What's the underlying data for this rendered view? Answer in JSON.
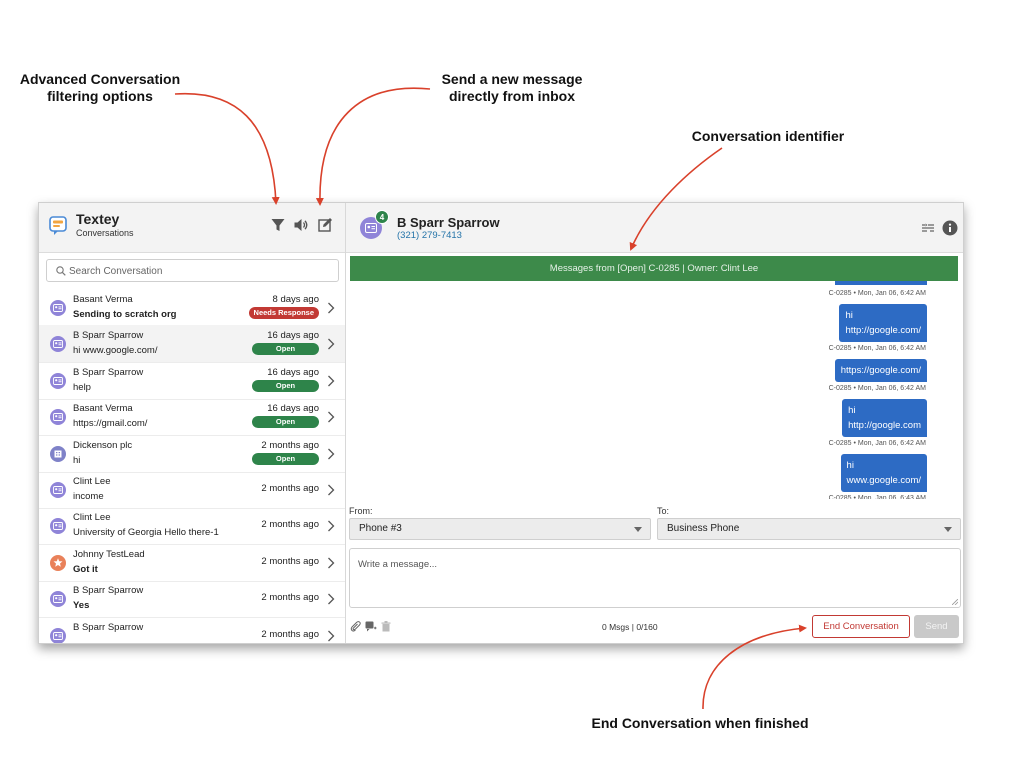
{
  "annotations": {
    "filter": [
      "Advanced Conversation",
      "filtering options"
    ],
    "compose": [
      "Send a new message",
      "directly from inbox"
    ],
    "identifier": "Conversation identifier",
    "end": "End Conversation when finished"
  },
  "sidebar": {
    "title": "Textey",
    "subtitle": "Conversations",
    "header_icons": [
      "filter-icon",
      "speaker-icon",
      "compose-icon"
    ],
    "search_placeholder": "Search Conversation",
    "conversations": [
      {
        "name": "Basant Verma",
        "message": "Sending to scratch org",
        "time": "8 days ago",
        "badge": "Needs Response",
        "badge_type": "need",
        "bold": true,
        "avatar": "contact"
      },
      {
        "name": "B Sparr Sparrow",
        "message": "hi www.google.com/",
        "time": "16 days ago",
        "badge": "Open",
        "badge_type": "open",
        "bold": false,
        "avatar": "contact",
        "selected": true
      },
      {
        "name": "B Sparr Sparrow",
        "message": "help",
        "time": "16 days ago",
        "badge": "Open",
        "badge_type": "open",
        "bold": false,
        "avatar": "contact"
      },
      {
        "name": "Basant Verma",
        "message": "https://gmail.com/",
        "time": "16 days ago",
        "badge": "Open",
        "badge_type": "open",
        "bold": false,
        "avatar": "contact"
      },
      {
        "name": "Dickenson plc",
        "message": "hi",
        "time": "2 months ago",
        "badge": "Open",
        "badge_type": "open",
        "bold": false,
        "avatar": "account"
      },
      {
        "name": "Clint Lee",
        "message": "income",
        "time": "2 months ago",
        "badge": "",
        "bold": false,
        "avatar": "contact"
      },
      {
        "name": "Clint Lee",
        "message": "University of Georgia Hello there-1",
        "time": "2 months ago",
        "badge": "",
        "bold": false,
        "avatar": "contact"
      },
      {
        "name": "Johnny TestLead",
        "message": "Got it",
        "time": "2 months ago",
        "badge": "",
        "bold": true,
        "avatar": "lead"
      },
      {
        "name": "B Sparr Sparrow",
        "message": "Yes",
        "time": "2 months ago",
        "badge": "",
        "bold": true,
        "avatar": "contact"
      },
      {
        "name": "B Sparr Sparrow",
        "message": "",
        "time": "2 months ago",
        "badge": "",
        "bold": false,
        "avatar": "contact"
      }
    ]
  },
  "conversation": {
    "name": "B Sparr Sparrow",
    "phone": "(321) 279-7413",
    "unread_count": "4",
    "banner": "Messages from [Open] C-0285  | Owner: Clint Lee",
    "messages": [
      {
        "lines": [],
        "meta": "C-0285 • Mon, Jan 06, 6:42 AM"
      },
      {
        "lines": [
          "hi",
          "http://google.com/"
        ],
        "meta": "C-0285 • Mon, Jan 06, 6:42 AM"
      },
      {
        "lines": [
          "https://google.com/"
        ],
        "meta": "C-0285 • Mon, Jan 06, 6:42 AM"
      },
      {
        "lines": [
          "hi",
          "http://google.com"
        ],
        "meta": "C-0285 • Mon, Jan 06, 6:42 AM"
      },
      {
        "lines": [
          "hi",
          "www.google.com/"
        ],
        "meta": "C-0285 • Mon, Jan 06, 6:43 AM"
      }
    ]
  },
  "compose": {
    "from_label": "From:",
    "from_value": "Phone #3",
    "to_label": "To:",
    "to_value": "Business Phone",
    "placeholder": "Write a message...",
    "counter": "0 Msgs | 0/160",
    "end_label": "End Conversation",
    "send_label": "Send"
  },
  "colors": {
    "accent_green": "#3d8a4a",
    "bubble_blue": "#2d6bc4",
    "danger_red": "#c23934",
    "avatar_purple": "#8f84d8",
    "annotation_arrow": "#d9412b"
  }
}
